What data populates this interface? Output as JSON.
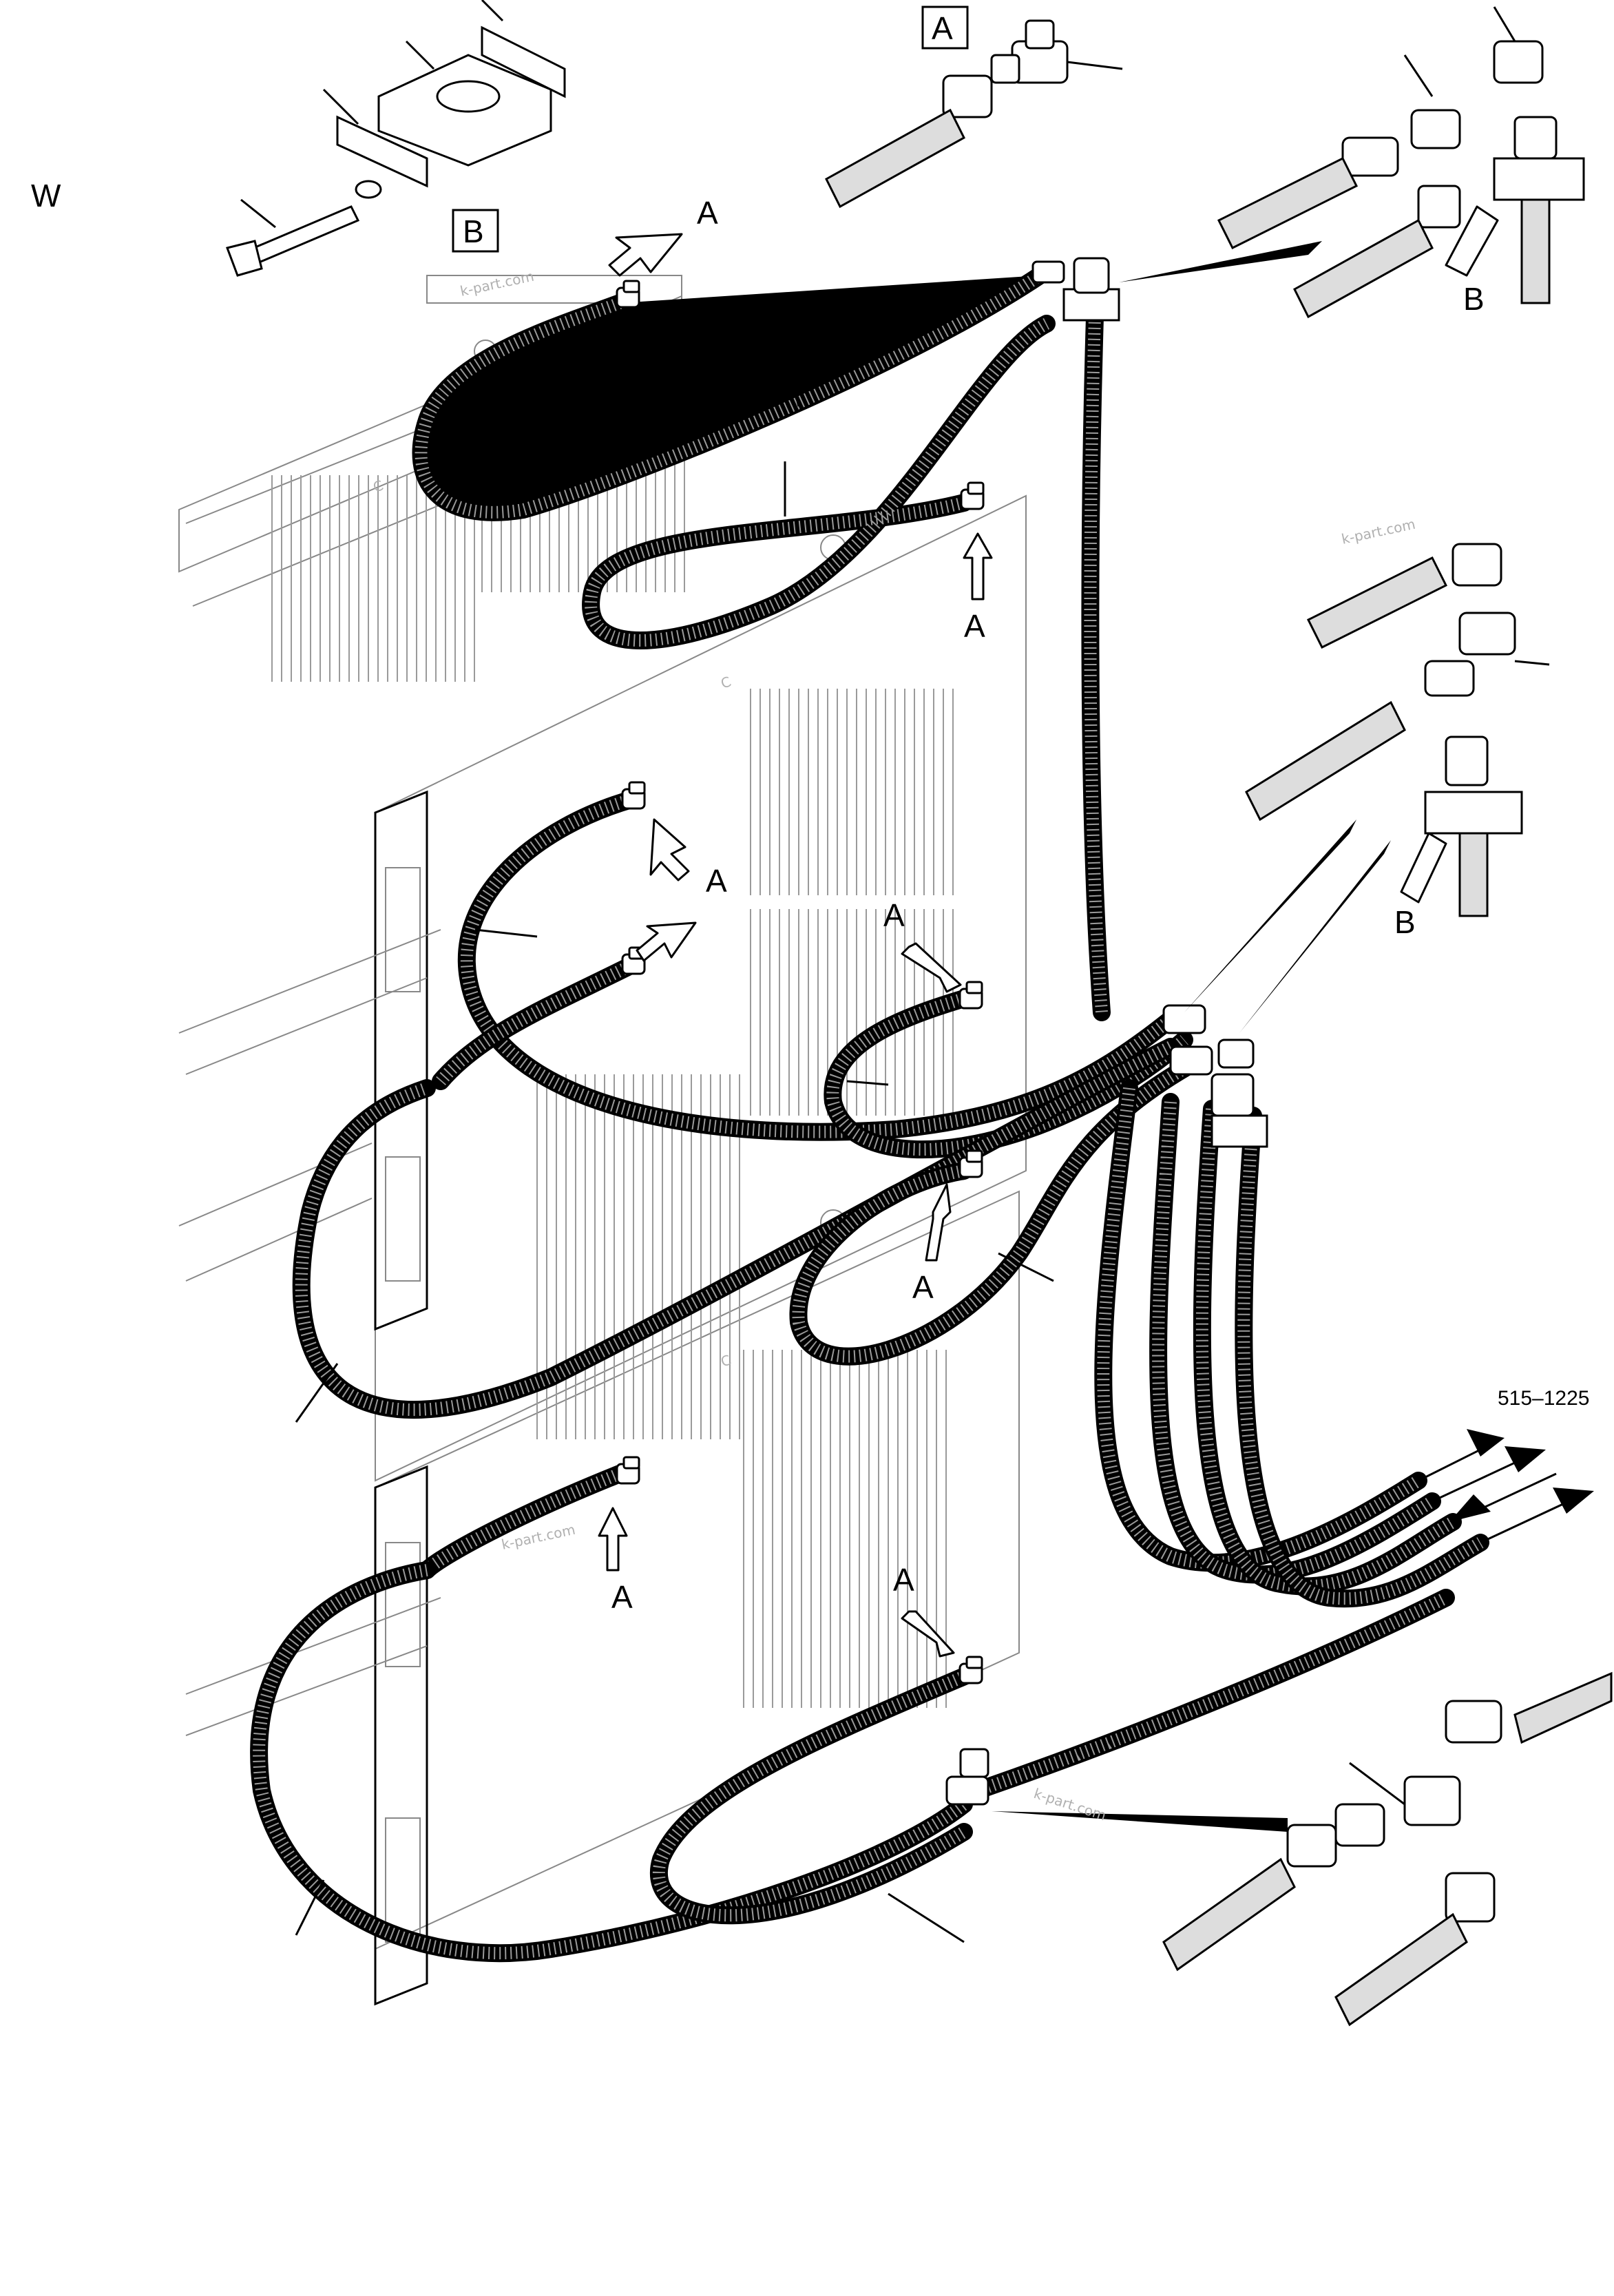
{
  "page": {
    "view_label": "W",
    "figure_number": "515–1225",
    "watermark": "k-part.com"
  },
  "detail_boxes": {
    "detail_a": "A",
    "detail_b": "B"
  },
  "callouts": {
    "a": "A",
    "b": "B"
  }
}
